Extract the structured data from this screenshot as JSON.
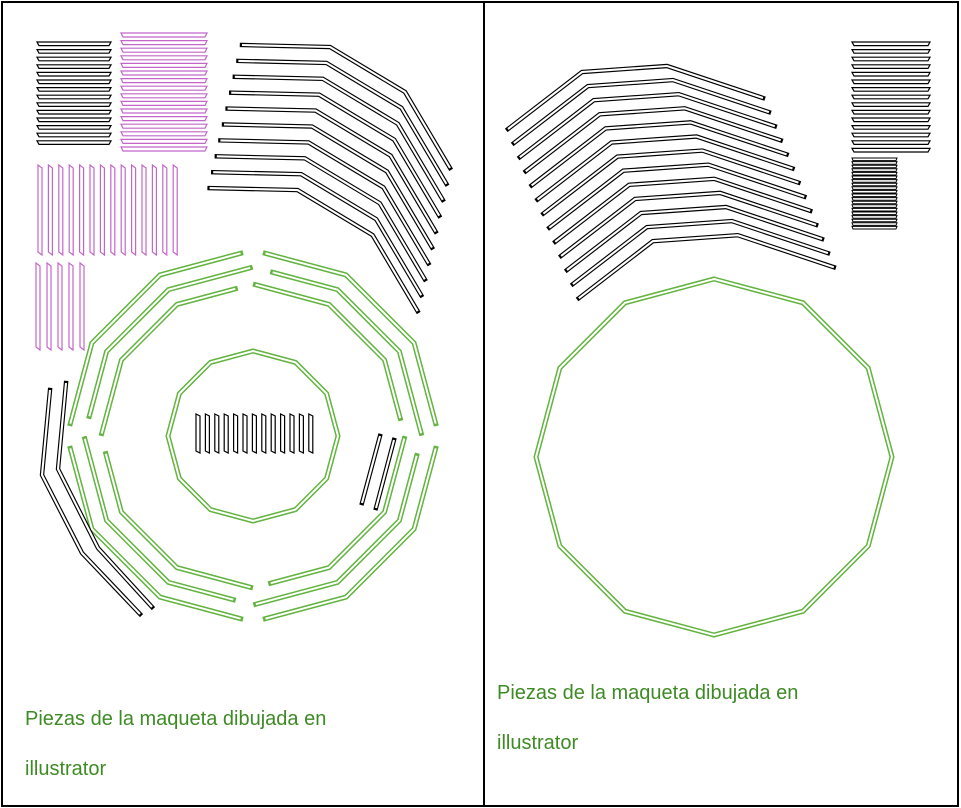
{
  "left_panel": {
    "caption_line_1": "Piezas de la maqueta dibujada en",
    "caption_line_2": "illustrator"
  },
  "right_panel": {
    "caption_line_1": "Piezas de la maqueta dibujada en",
    "caption_line_2": "illustrator"
  },
  "colors": {
    "caption_text": "#3e8a25",
    "green_pieces": "#62b33f",
    "pink_pieces": "#c466c9",
    "black_pieces": "#000000",
    "table_border": "#000000"
  }
}
